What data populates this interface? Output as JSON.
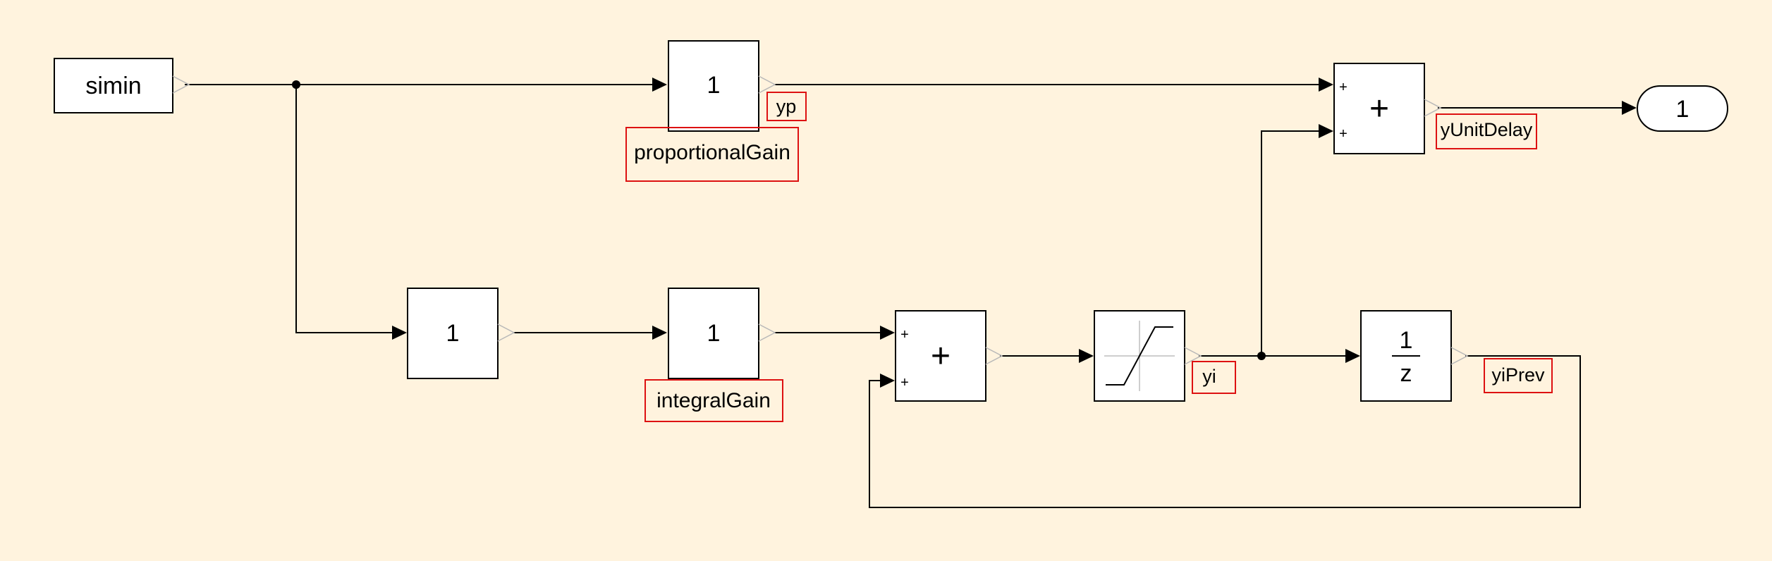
{
  "blocks": {
    "simin": "simin",
    "proportional_gain_value": "1",
    "integrator_gain_value": "1",
    "integral_gain_value": "1",
    "outport_value": "1",
    "unit_delay_num": "1",
    "unit_delay_den": "z",
    "sum_plus_symbol": "+",
    "sum_sign": "+"
  },
  "labels": {
    "proportional_gain": "proportionalGain",
    "integral_gain": "integralGain",
    "yp": "yp",
    "y_unit_delay": "yUnitDelay",
    "yi": "yi",
    "yi_prev": "yiPrev"
  },
  "colors": {
    "background": "#fff3de",
    "signal_label_border": "#dd1111",
    "block_fill": "#ffffff"
  },
  "icons": {
    "saturation": "saturation-icon",
    "port_output": "output-port-chevron-icon"
  }
}
